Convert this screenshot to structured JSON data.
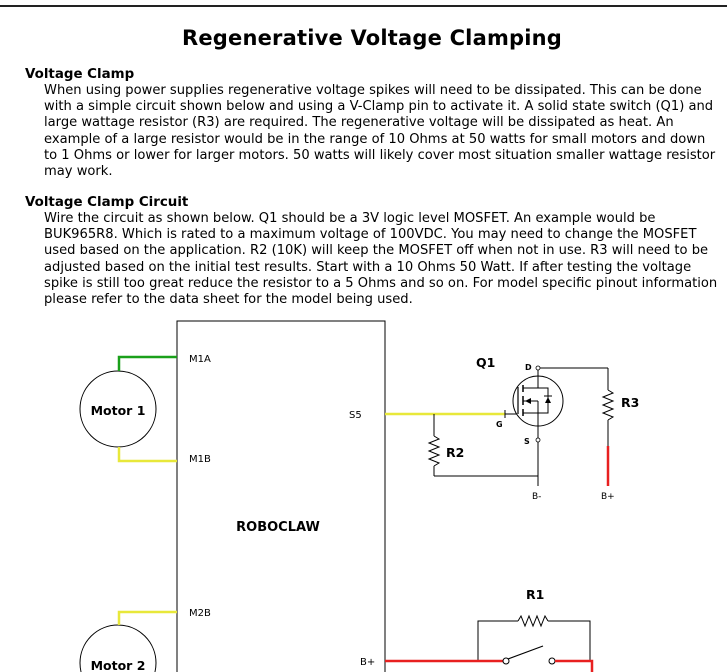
{
  "title": "Regenerative Voltage Clamping",
  "sections": [
    {
      "heading": "Voltage Clamp",
      "body": "When using power supplies regenerative voltage spikes will need to be dissipated. This can be done with a simple circuit shown below and using a V-Clamp pin to activate it. A solid state switch (Q1) and large wattage resistor (R3) are required. The regenerative voltage will be dissipated as heat. An example of a large resistor would be in the range of 10 Ohms at 50 watts for small motors and down to 1 Ohms or lower for larger motors. 50 watts will likely cover most situation smaller wattage resistor may work."
    },
    {
      "heading": "Voltage Clamp Circuit",
      "body": "Wire the circuit as shown below. Q1 should be a 3V logic level MOSFET. An example would be BUK965R8. Which is rated to a maximum voltage of 100VDC. You may need to change the MOSFET used based on the application. R2 (10K) will keep the MOSFET off when not in use. R3 will need to be adjusted based on the initial test results. Start with a 10 Ohms 50 Watt. If after testing the voltage spike is still too great reduce the resistor to a 5 Ohms and so on. For model specific pinout information please refer to the data sheet for the model being used."
    }
  ],
  "diagram": {
    "controller": "ROBOCLAW",
    "motor1": "Motor 1",
    "motor2": "Motor 2",
    "pins": {
      "m1a": "M1A",
      "m1b": "M1B",
      "s5": "S5",
      "m2b": "M2B",
      "bplus": "B+"
    },
    "q1": {
      "label": "Q1",
      "drain": "D",
      "gate": "G",
      "source": "S"
    },
    "r1": "R1",
    "r2": "R2",
    "r3": "R3",
    "terminal_bminus": "B-",
    "terminal_bplus": "B+"
  }
}
